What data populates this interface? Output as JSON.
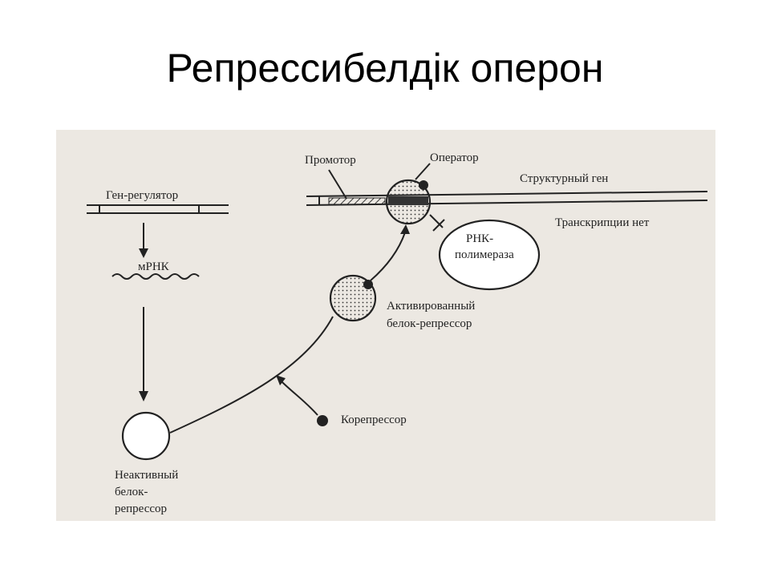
{
  "slide": {
    "title": "Репрессибелдік оперон"
  },
  "labels": {
    "gene_regulator": "Ген-регулятор",
    "mrna": "мРНК",
    "inactive_repressor_1": "Неактивный",
    "inactive_repressor_2": "белок-",
    "inactive_repressor_3": "репрессор",
    "corepressor": "Корепрессор",
    "activated_repressor_1": "Активированный",
    "activated_repressor_2": "белок-репрессор",
    "promoter": "Промотор",
    "operator": "Оператор",
    "structural_gene": "Структурный ген",
    "no_transcription": "Транскрипции нет",
    "rna_polymerase_1": "РНК-",
    "rna_polymerase_2": "полимераза"
  },
  "colors": {
    "panel": "#ece8e2",
    "ink": "#222222"
  }
}
